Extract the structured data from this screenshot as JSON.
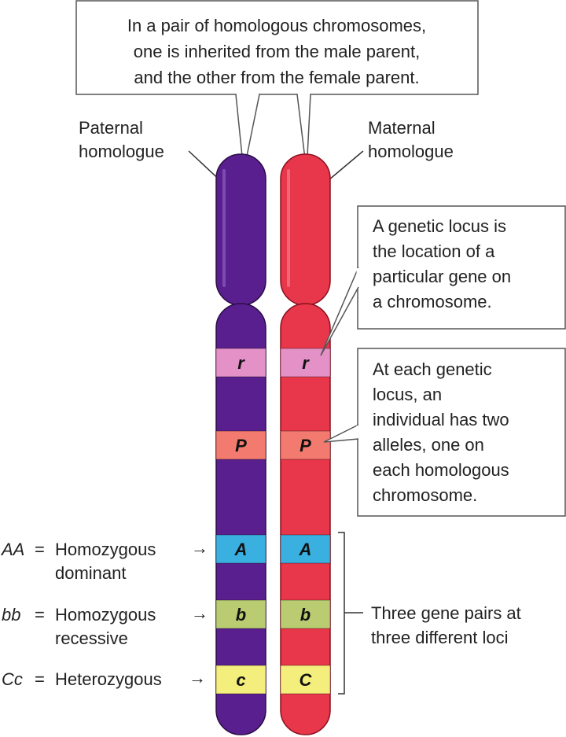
{
  "callout_top": {
    "lines": [
      "In a pair of homologous chromosomes,",
      "one is inherited from the male parent,",
      "and the other from the female parent."
    ]
  },
  "paternal_label": {
    "lines": [
      "Paternal",
      "homologue"
    ]
  },
  "maternal_label": {
    "lines": [
      "Maternal",
      "homologue"
    ]
  },
  "callout_locus": {
    "lines": [
      "A genetic locus is",
      "the location of a",
      "particular gene on",
      "a chromosome."
    ]
  },
  "callout_alleles": {
    "lines": [
      "At each genetic",
      "locus, an",
      "individual has two",
      "alleles, one on",
      "each homologous",
      "chromosome."
    ]
  },
  "genotypes": [
    {
      "genotype": "AA",
      "eq": "=",
      "line1": "Homozygous",
      "line2": "dominant"
    },
    {
      "genotype": "bb",
      "eq": "=",
      "line1": "Homozygous",
      "line2": "recessive"
    },
    {
      "genotype": "Cc",
      "eq": "=",
      "line1": "Heterozygous",
      "line2": ""
    }
  ],
  "bracket_label": {
    "lines": [
      "Three gene pairs at",
      "three different loci"
    ]
  },
  "bands": {
    "paternal": [
      "r",
      "P",
      "A",
      "b",
      "c"
    ],
    "maternal": [
      "r",
      "P",
      "A",
      "b",
      "C"
    ]
  },
  "colors": {
    "paternal": "#5a1f8e",
    "maternal": "#e8364a",
    "r": "#e391c6",
    "P": "#f27a6e",
    "A": "#3ab0e0",
    "b": "#b9cc72",
    "c": "#f4ee7c"
  }
}
